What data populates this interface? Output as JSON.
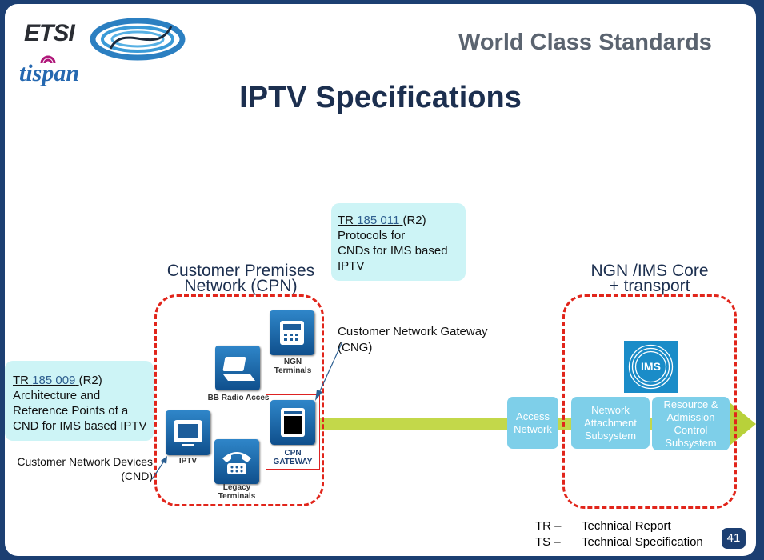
{
  "logo": {
    "brand": "ETSI",
    "subbrand": "tispan"
  },
  "header": {
    "tagline": "World Class Standards",
    "title": "IPTV Specifications"
  },
  "note_top": {
    "doc": "TR",
    "number": "185 011",
    "release": "(R2)",
    "lines": [
      "Protocols for",
      "CNDs for IMS based",
      "IPTV"
    ]
  },
  "note_left": {
    "doc": "TR",
    "number": "185 009",
    "release": "(R2)",
    "lines": [
      "Architecture and",
      "Reference Points of a",
      "CND for IMS based IPTV"
    ]
  },
  "cpn": {
    "title_line1": "Customer Premises",
    "title_line2": "Network (CPN)"
  },
  "core": {
    "title_line1": "NGN /IMS Core",
    "title_line2": "+ transport"
  },
  "cng_label": {
    "line1": "Customer Network Gateway",
    "line2": "(CNG)"
  },
  "cnd_label": {
    "line1": "Customer Network Devices",
    "line2": "(CND)"
  },
  "devices": {
    "ngn": [
      "NGN",
      "Terminals"
    ],
    "bb": "BB Radio Acces",
    "iptv": "IPTV",
    "legacy": [
      "Legacy",
      "Terminals"
    ],
    "cpn_gw": [
      "CPN",
      "GATEWAY"
    ],
    "ims": "IMS"
  },
  "boxes": {
    "access": [
      "Access",
      "Network"
    ],
    "nass": [
      "Network",
      "Attachment",
      "Subsystem"
    ],
    "racs": [
      "Resource &",
      "Admission",
      "Control",
      "Subsystem"
    ]
  },
  "legend": [
    {
      "abbr": "TR –",
      "text": "Technical Report"
    },
    {
      "abbr": "TS –",
      "text": "Technical Specification"
    }
  ],
  "page_number": "41",
  "colors": {
    "navy": "#1c3f72",
    "dash_red": "#e1251b",
    "pipe_green": "#c3d84a",
    "note_bg": "#cdf4f6",
    "box_blue": "#7ecfe9"
  }
}
